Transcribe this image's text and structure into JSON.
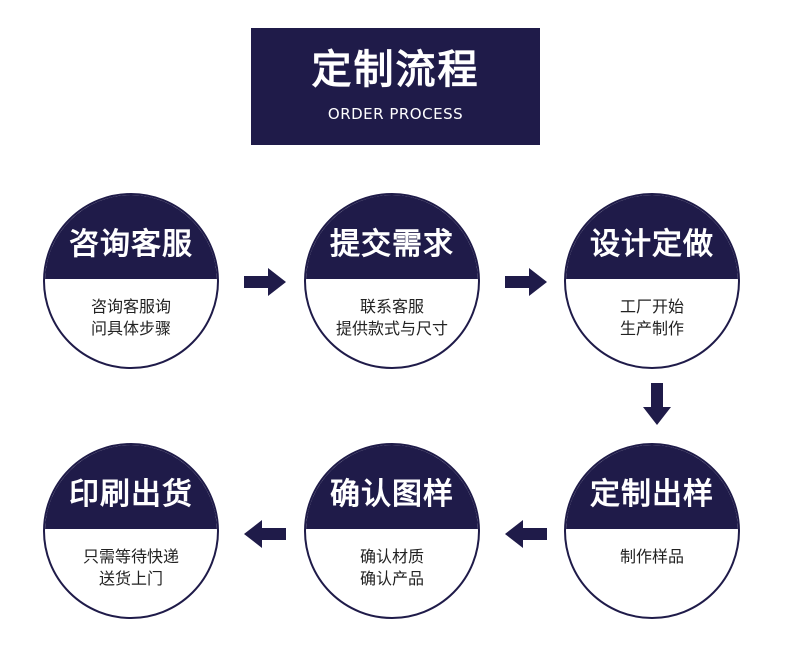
{
  "title": {
    "main": "定制流程",
    "sub": "ORDER PROCESS"
  },
  "steps": [
    {
      "title": "咨询客服",
      "line1": "咨询客服询",
      "line2": "问具体步骤"
    },
    {
      "title": "提交需求",
      "line1": "联系客服",
      "line2": "提供款式与尺寸"
    },
    {
      "title": "设计定做",
      "line1": "工厂开始",
      "line2": "生产制作"
    },
    {
      "title": "定制出样",
      "line1": "制作样品",
      "line2": ""
    },
    {
      "title": "确认图样",
      "line1": "确认材质",
      "line2": "确认产品"
    },
    {
      "title": "印刷出货",
      "line1": "只需等待快递",
      "line2": "送货上门"
    }
  ],
  "colors": {
    "navy": "#1f1b49",
    "text": "#222222",
    "background": "#ffffff"
  }
}
